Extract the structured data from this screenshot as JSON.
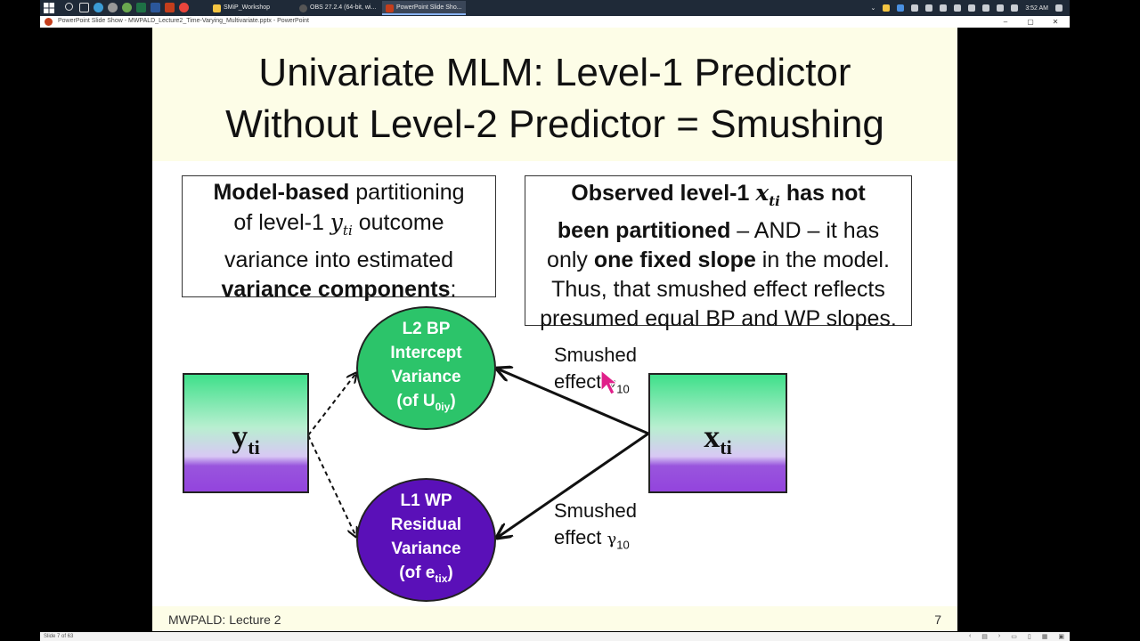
{
  "taskbar": {
    "tasks": [
      {
        "label": "SMiP_Workshop",
        "color": "#f4c542"
      },
      {
        "label": "OBS 27.2.4 (64-bit, wi...",
        "color": "#3b3b3b"
      },
      {
        "label": "PowerPoint Slide Sho...",
        "color": "#c43e1c"
      }
    ],
    "time": "3:52 AM"
  },
  "window": {
    "title": "PowerPoint Slide Show  -  MWPALD_Lecture2_Time-Varying_Multivariate.pptx - PowerPoint",
    "minimize": "–",
    "restore": "▢",
    "close": "✕"
  },
  "slide": {
    "title_line1": "Univariate MLM:  Level-1 Predictor",
    "title_line2": "Without Level-2 Predictor = Smushing",
    "left_box": {
      "b1": "Model-based",
      "t1": " partitioning",
      "t2": "of level-1 ",
      "var": "y",
      "var_sub": "ti",
      "t3": " outcome",
      "t4": "variance into estimated",
      "b2": "variance components",
      "t5": ":"
    },
    "right_box": {
      "b1": "Observed level-1 ",
      "var": "x",
      "var_sub": "ti",
      "b2": " has not",
      "b3": "been partitioned",
      "t1": " – AND – it has",
      "t2": "only ",
      "b4": "one fixed slope",
      "t3": " in the model.",
      "t4": "Thus, that smushed effect reflects",
      "t5": "presumed equal BP and WP slopes."
    },
    "y_box": {
      "main": "y",
      "sub": "ti"
    },
    "x_box": {
      "main": "x",
      "sub": "ti"
    },
    "l2_ellipse": {
      "l1": "L2 BP",
      "l2": "Intercept",
      "l3": "Variance",
      "l4_pre": "(of U",
      "l4_sub": "0iy",
      "l4_post": ")",
      "color": "#2cc46a"
    },
    "l1_ellipse": {
      "l1": "L1 WP",
      "l2": "Residual",
      "l3": "Variance",
      "l4_pre": "(of e",
      "l4_sub": "tix",
      "l4_post": ")",
      "color": "#5a10b8"
    },
    "edge_top": {
      "line1": "Smushed",
      "line2": "effect ",
      "gamma": "γ",
      "gamma_sub": "10"
    },
    "edge_bottom": {
      "line1": "Smushed",
      "line2": "effect ",
      "gamma": "γ",
      "gamma_sub": "10"
    },
    "footer_left": "MWPALD: Lecture 2",
    "footer_right": "7"
  },
  "statusbar": {
    "slide_info": "Slide 7 of 63"
  }
}
